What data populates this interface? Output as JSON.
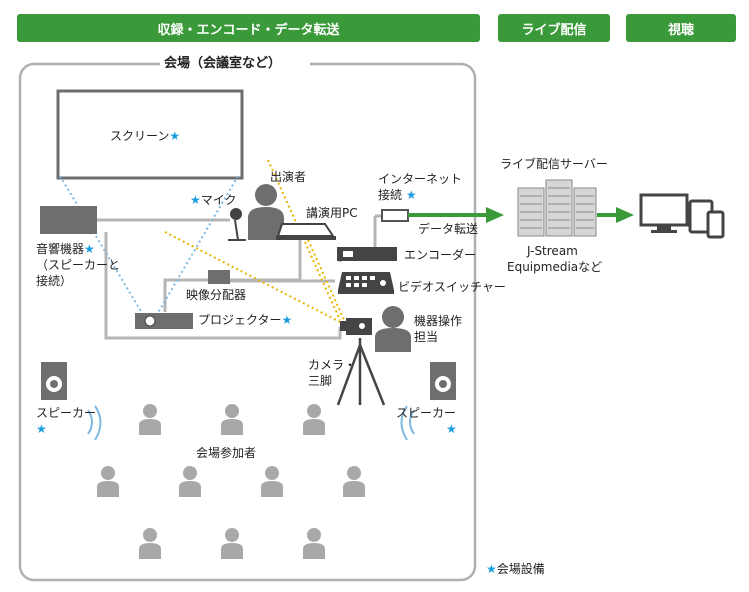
{
  "headers": {
    "recording": "収録・エンコード・データ転送",
    "live": "ライブ配信",
    "viewing": "視聴"
  },
  "venue_title": "会場（会議室など）",
  "labels": {
    "screen": "スクリーン",
    "mic": "マイク",
    "performer": "出演者",
    "lecture_pc": "講演用PC",
    "audio_line1": "音響機器",
    "audio_line2": "（スピーカーと",
    "audio_line3": "接続）",
    "splitter": "映像分配器",
    "projector": "プロジェクター",
    "internet_line1": "インターネット",
    "internet_line2": "接続",
    "data_transfer": "データ転送",
    "encoder": "エンコーダー",
    "switcher": "ビデオスイッチャー",
    "operator_line1": "機器操作",
    "operator_line2": "担当",
    "camera_line1": "カメラ・",
    "camera_line2": "三脚",
    "speaker_left": "スピーカー",
    "speaker_right": "スピーカー",
    "attendees": "会場参加者",
    "server_title": "ライブ配信サーバー",
    "server_line1": "J-Stream",
    "server_line2": "Equipmediaなど",
    "legend": "会場設備"
  },
  "star_glyph": "★",
  "colors": {
    "green": "#3a9a3a",
    "star_blue": "#1a9ee0",
    "device_gray": "#6e6e6e",
    "line_gray": "#b0b0b0",
    "dotted_blue": "#7fb8e0",
    "dotted_yellow": "#e8b400"
  }
}
